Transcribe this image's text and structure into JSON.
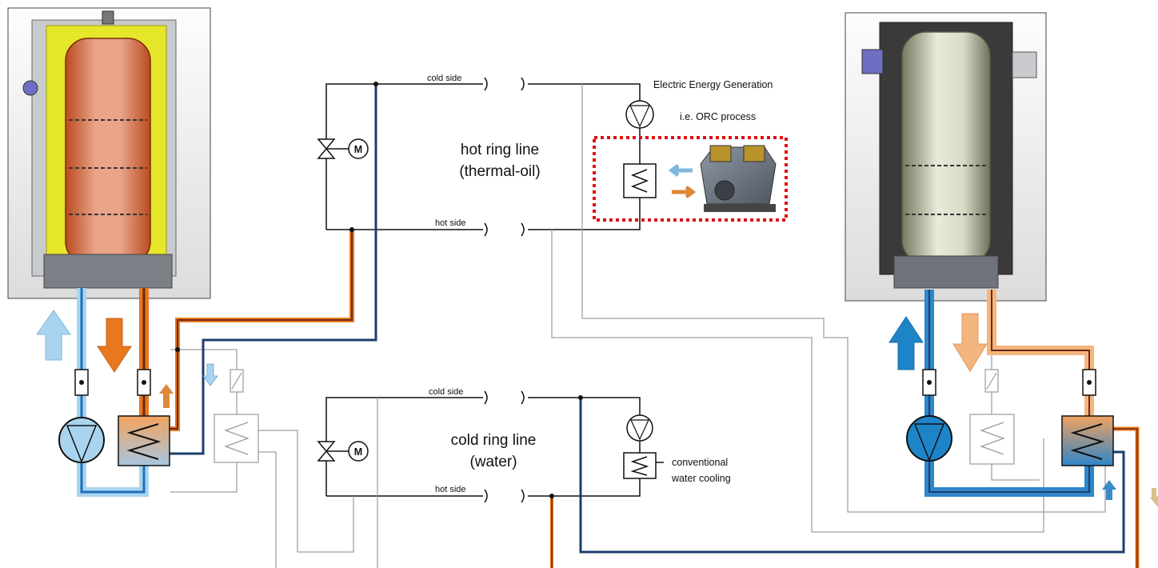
{
  "hot_ring": {
    "title_line1": "hot ring line",
    "title_line2": "(thermal-oil)",
    "cold_side_label": "cold side",
    "hot_side_label": "hot side"
  },
  "cold_ring": {
    "title_line1": "cold ring line",
    "title_line2": "(water)",
    "cold_side_label": "cold side",
    "hot_side_label": "hot side"
  },
  "orc": {
    "title": "Electric Energy Generation",
    "subtitle": "i.e. ORC process"
  },
  "cooling": {
    "line1": "conventional",
    "line2": "water cooling"
  },
  "valve_motor_symbol": "M",
  "colors": {
    "hot_oil": "#e8781e",
    "hot_oil_dark": "#6b2a12",
    "hot_oil_light": "#f5b57e",
    "cold_water": "#1e6fb8",
    "cold_water_light": "#a9d4f0",
    "cold_water_navy": "#1d3e6e",
    "inactive_line": "#9a9a9a",
    "orc_border": "#dd1111"
  }
}
